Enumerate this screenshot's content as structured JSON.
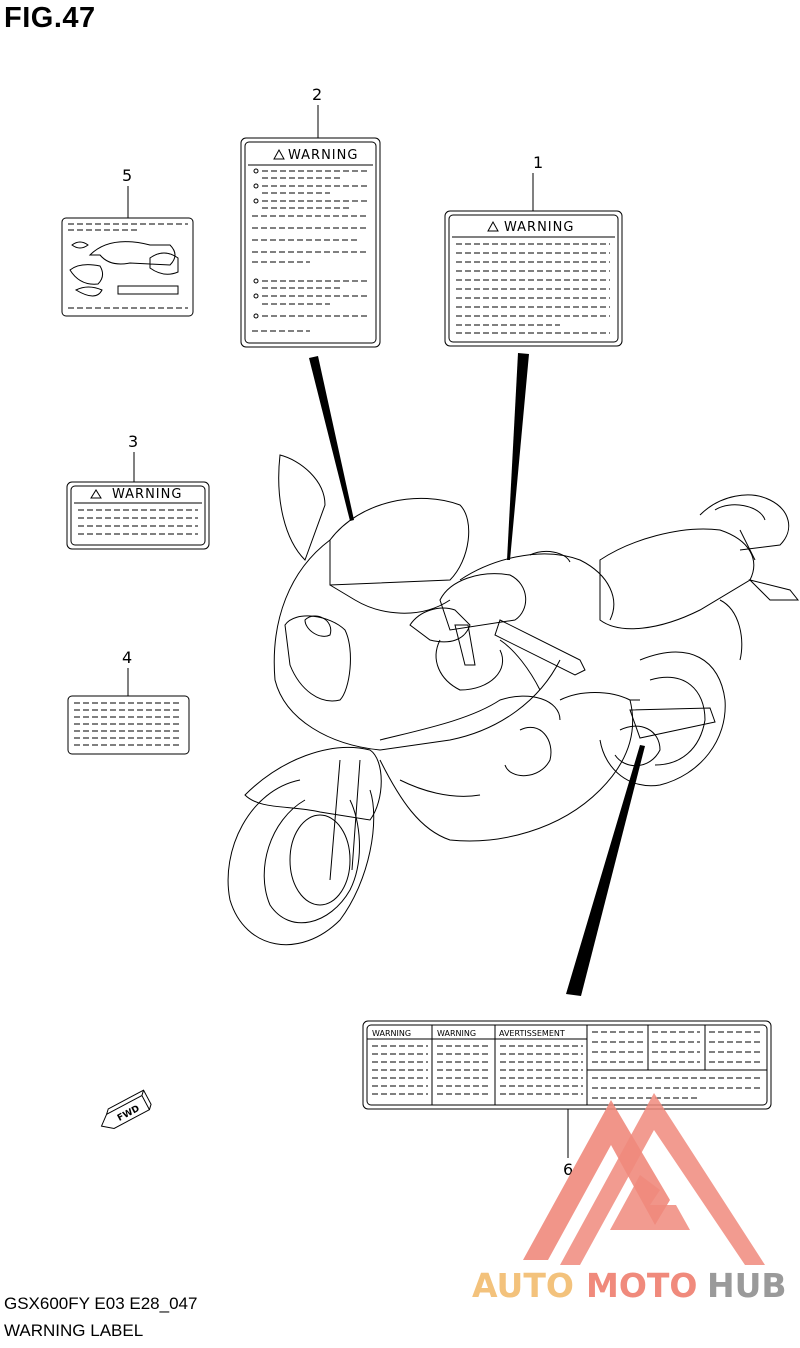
{
  "figure": {
    "title": "FIG.47",
    "model_code": "GSX600FY E03 E28_047",
    "section_name": "WARNING LABEL"
  },
  "callouts": [
    "1",
    "2",
    "3",
    "4",
    "5",
    "6"
  ],
  "labels": {
    "warning_word": "WARNING",
    "warning_word_small": "WARNING",
    "avertissement_word": "AVERTISSEMENT",
    "fwd_arrow": "FWD"
  },
  "watermark": {
    "part1": "AUTO",
    "part2": "MOTO",
    "part3": "HUB",
    "color_primary": "#f08a7c",
    "color_secondary": "#f3c27c",
    "color_tertiary": "#9a9a9a"
  },
  "colors": {
    "line": "#000000",
    "background": "#ffffff"
  }
}
